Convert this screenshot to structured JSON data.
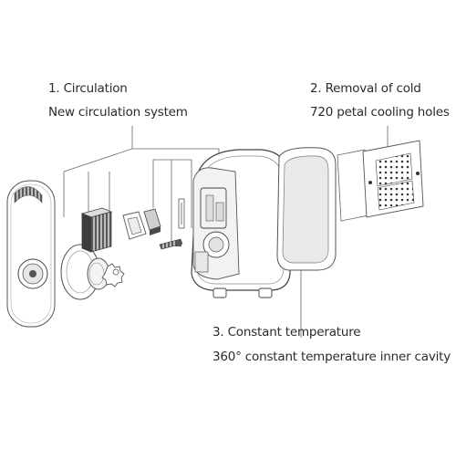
{
  "callouts": {
    "circulation": {
      "title": "1. Circulation",
      "subtitle": "New circulation system"
    },
    "cold_removal": {
      "title": "2. Removal of cold",
      "subtitle": "720 petal cooling holes"
    },
    "temperature": {
      "title": "3. Constant temperature",
      "subtitle": "360° constant temperature inner cavity"
    }
  },
  "colors": {
    "line": "#555555",
    "fill": "#ffffff",
    "shade": "#d9d9d9",
    "dark": "#3a3a3a",
    "text": "#2b2b2b"
  }
}
